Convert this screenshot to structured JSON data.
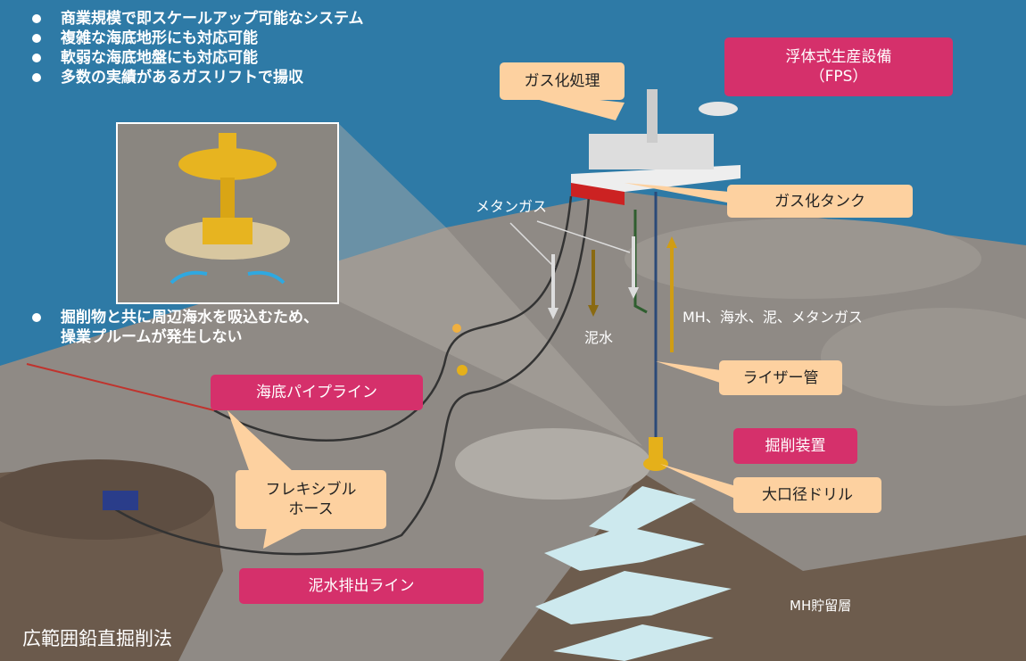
{
  "features": [
    "商業規模で即スケールアップ可能なシステム",
    "複雑な海底地形にも対応可能",
    "軟弱な海底地盤にも対応可能",
    "多数の実績があるガスリフトで揚収"
  ],
  "plume_note": [
    "掘削物と共に周辺海水を吸込むため、",
    "操業プルームが発生しない"
  ],
  "labels": {
    "gasification": "ガス化処理",
    "fps_line1": "浮体式生産設備",
    "fps_line2": "（FPS）",
    "gas_tank": "ガス化タンク",
    "methane": "メタンガス",
    "mud_water": "泥水",
    "riser_flow": "MH、海水、泥、メタンガス",
    "riser": "ライザー管",
    "drill_unit": "掘削装置",
    "large_drill": "大口径ドリル",
    "mh_layer": "MH貯留層",
    "seabed_pipeline": "海底パイプライン",
    "flex_hose_line1": "フレキシブル",
    "flex_hose_line2": "ホース",
    "mud_discharge": "泥水排出ライン",
    "method_title": "広範囲鉛直掘削法"
  },
  "colors": {
    "sea": "#2e7aa6",
    "seabed": "#8f8a85",
    "callout": "#fdd1a0",
    "highlight": "#d5306b"
  }
}
